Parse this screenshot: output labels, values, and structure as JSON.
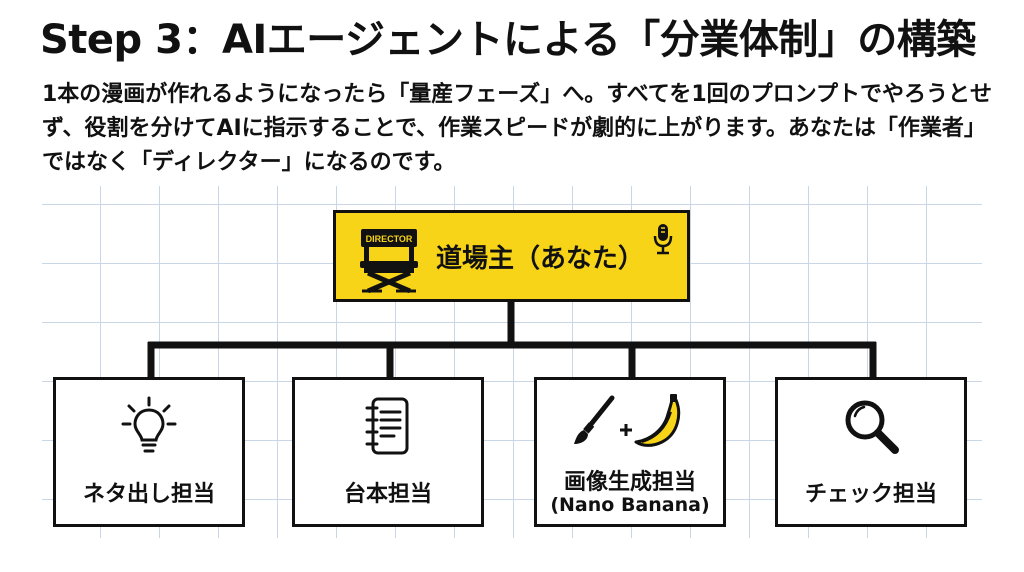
{
  "title": "Step 3：AIエージェントによる「分業体制」の構築",
  "intro": "1本の漫画が作れるようになったら「量産フェーズ」へ。すべてを1回のプロンプトでやろうとせず、役割を分けてAIに指示することで、作業スピードが劇的に上がります。あなたは「作業者」ではなく「ディレクター」になるのです。",
  "director": {
    "label": "道場主（あなた）",
    "chair_text": "DIRECTOR",
    "icon": "director-chair-icon",
    "accent_icon": "microphone-icon",
    "color": "#f7d417"
  },
  "roles": [
    {
      "label": "ネタ出し担当",
      "icon": "lightbulb-icon"
    },
    {
      "label": "台本担当",
      "icon": "notebook-icon"
    },
    {
      "label": "画像生成担当",
      "sublabel": "(Nano Banana)",
      "icon": "paintbrush-plus-banana-icon"
    },
    {
      "label": "チェック担当",
      "icon": "magnifier-icon"
    }
  ]
}
